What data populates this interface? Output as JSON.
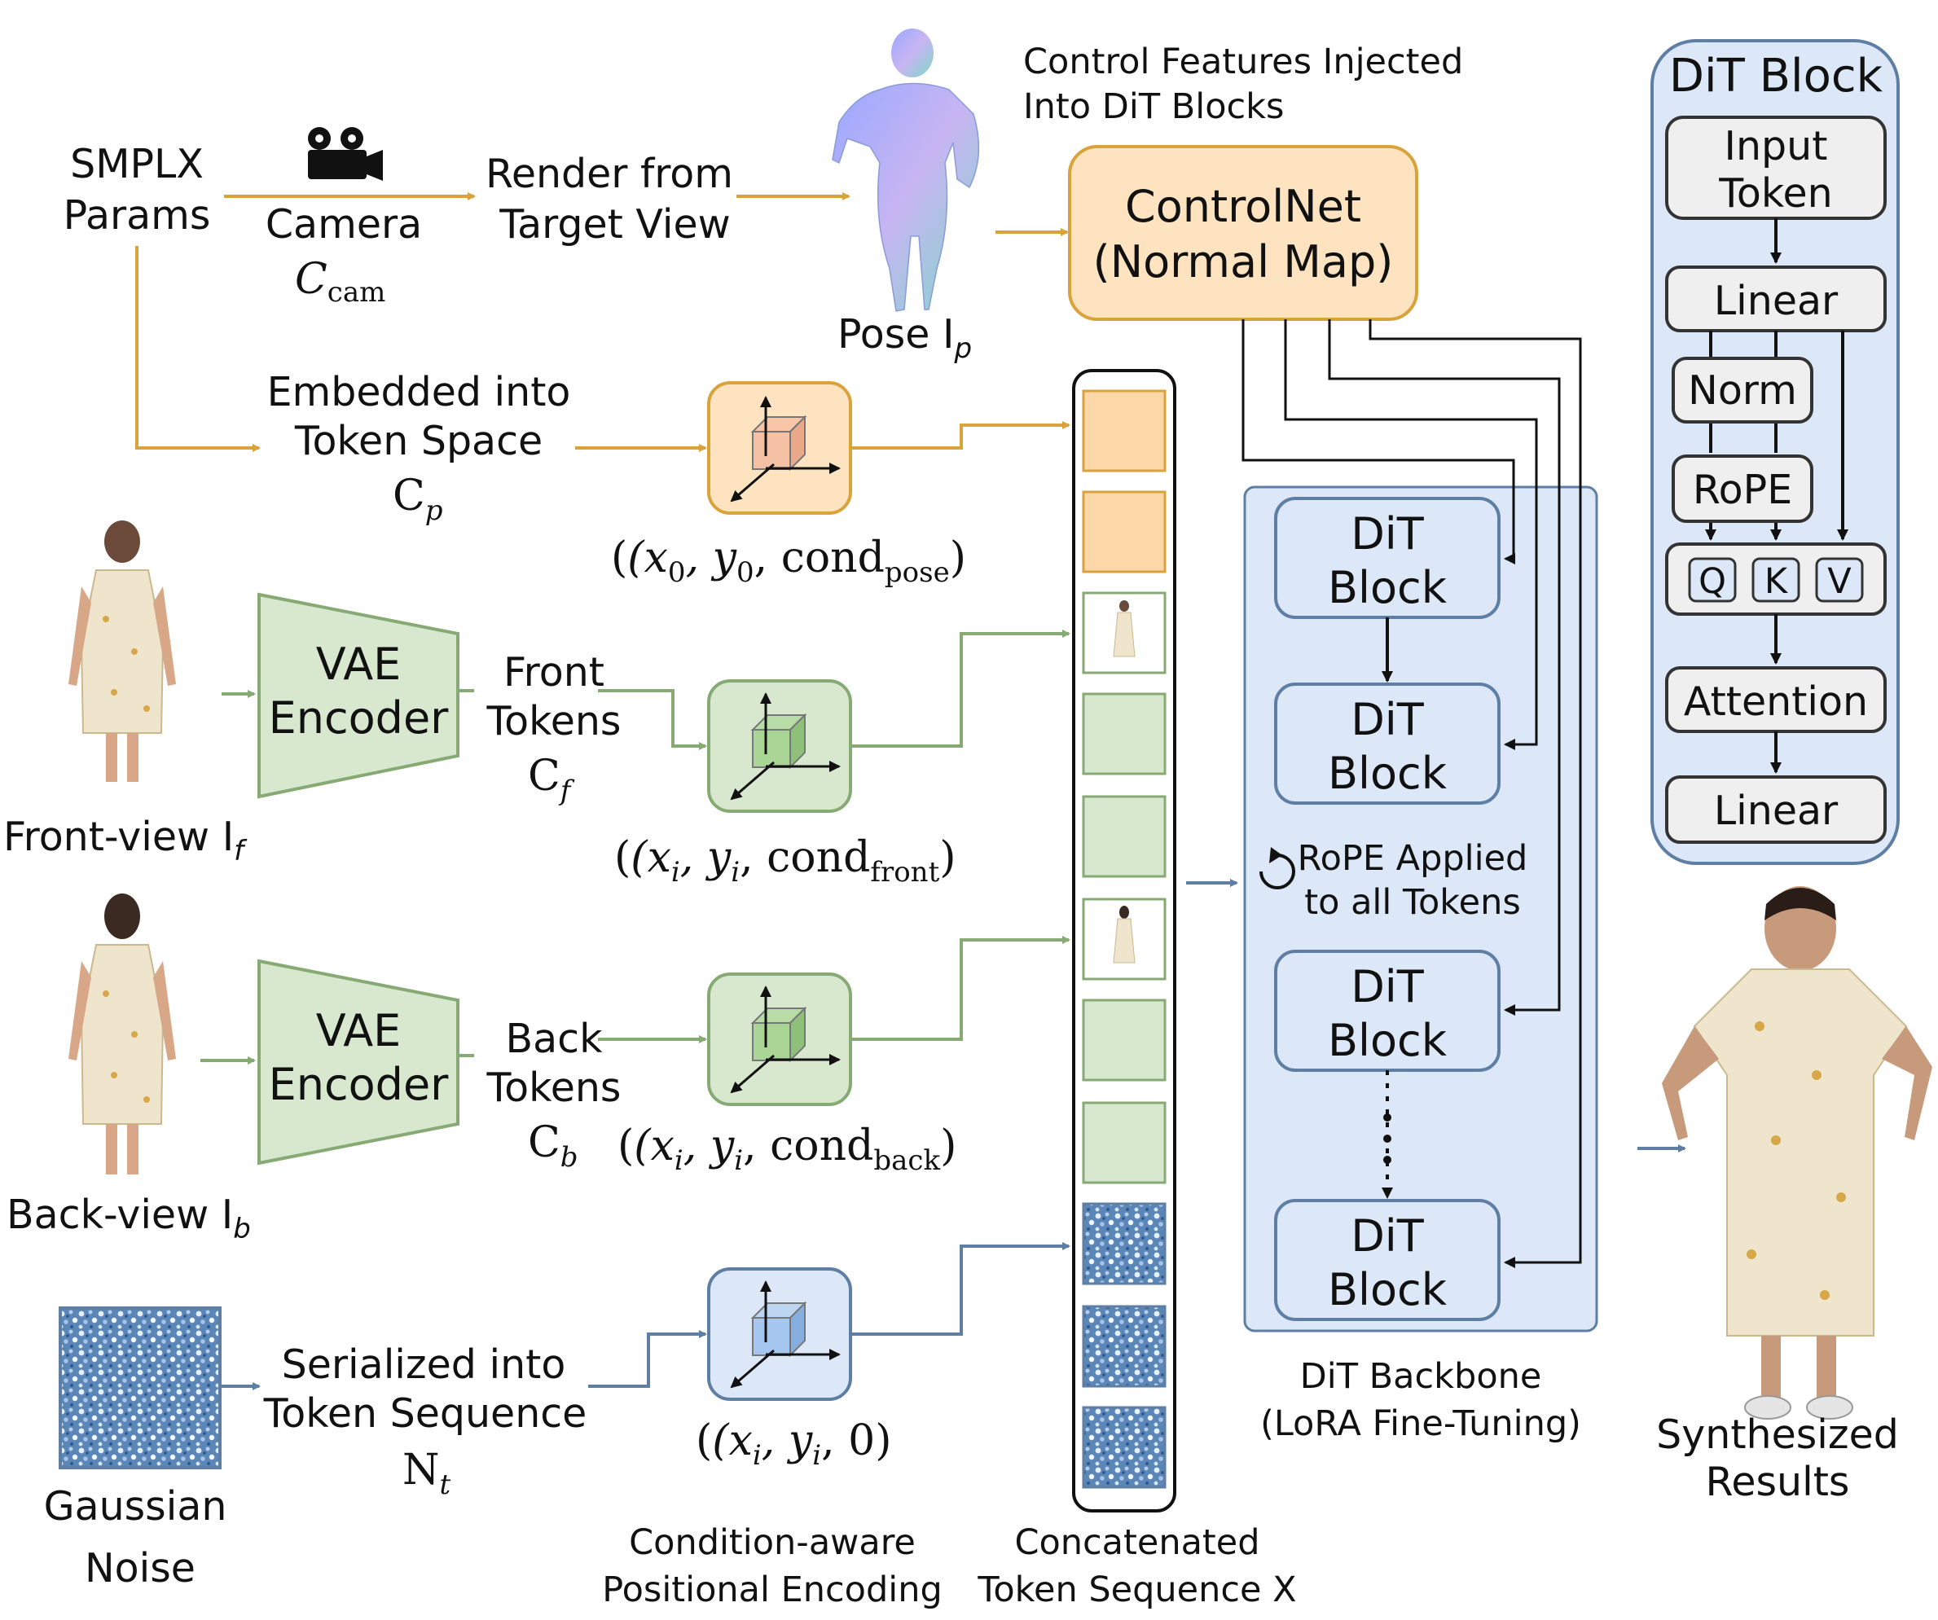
{
  "inputs": {
    "smplx": [
      "SMPLX",
      "Params"
    ],
    "camera": "Camera",
    "camera_symbol": "C",
    "camera_sub": "cam",
    "render": [
      "Render from",
      "Target View"
    ],
    "pose_label": "Pose I",
    "pose_sub": "p",
    "embed": [
      "Embedded into",
      "Token Space"
    ],
    "cp_symbol": "C",
    "cp_sub": "p",
    "front_view": "Front-view I",
    "front_sub": "f",
    "back_view": "Back-view I",
    "back_sub": "b",
    "gaussian": [
      "Gaussian",
      "Noise"
    ]
  },
  "encoders": {
    "vae_front": [
      "VAE",
      "Encoder"
    ],
    "vae_back": [
      "VAE",
      "Encoder"
    ],
    "front_tokens": [
      "Front",
      "Tokens"
    ],
    "cf_symbol": "C",
    "cf_sub": "f",
    "back_tokens": [
      "Back",
      "Tokens"
    ],
    "cb_symbol": "C",
    "cb_sub": "b",
    "serialized": [
      "Serialized into",
      "Token Sequence"
    ],
    "nt_symbol": "N",
    "nt_sub": "t"
  },
  "positional": {
    "pose_coord": [
      "(x",
      "0",
      ", y",
      "0",
      ", cond",
      "pose",
      ")"
    ],
    "front_coord": [
      "(x",
      "i",
      ", y",
      "i",
      ", cond",
      "front",
      ")"
    ],
    "back_coord": [
      "(x",
      "i",
      ", y",
      "i",
      ", cond",
      "back",
      ")"
    ],
    "noise_coord": [
      "(x",
      "i",
      ", y",
      "i",
      ", 0)"
    ],
    "caption": [
      "Condition-aware",
      "Positional Encoding"
    ]
  },
  "sequence": {
    "caption_line1": "Concatenated",
    "caption_line2": "Token Sequence X"
  },
  "controlnet": {
    "heading": [
      "Control Features Injected",
      "Into DiT Blocks"
    ],
    "label": [
      "ControlNet",
      "(Normal Map)"
    ]
  },
  "backbone": {
    "blocks": [
      [
        "DiT",
        "Block"
      ],
      [
        "DiT",
        "Block"
      ],
      [
        "DiT",
        "Block"
      ],
      [
        "DiT",
        "Block"
      ]
    ],
    "rope_note": [
      "RoPE Applied",
      "to all Tokens"
    ],
    "caption": [
      "DiT Backbone",
      "(LoRA Fine-Tuning)"
    ]
  },
  "dit_detail": {
    "title": "DiT Block",
    "input": [
      "Input",
      "Token"
    ],
    "linear1": "Linear",
    "norm": "Norm",
    "rope": "RoPE",
    "q": "Q",
    "k": "K",
    "v": "V",
    "attention": "Attention",
    "linear2": "Linear"
  },
  "output": {
    "caption": [
      "Synthesized",
      "Results"
    ]
  },
  "colors": {
    "orange_line": "#d9a23a",
    "orange_fill": "#fde3bf",
    "green_line": "#87aa74",
    "green_fill": "#d7e8cf",
    "blue_line": "#5e7ea3",
    "blue_fill": "#dce8f7",
    "gray_fill": "#efefef"
  }
}
